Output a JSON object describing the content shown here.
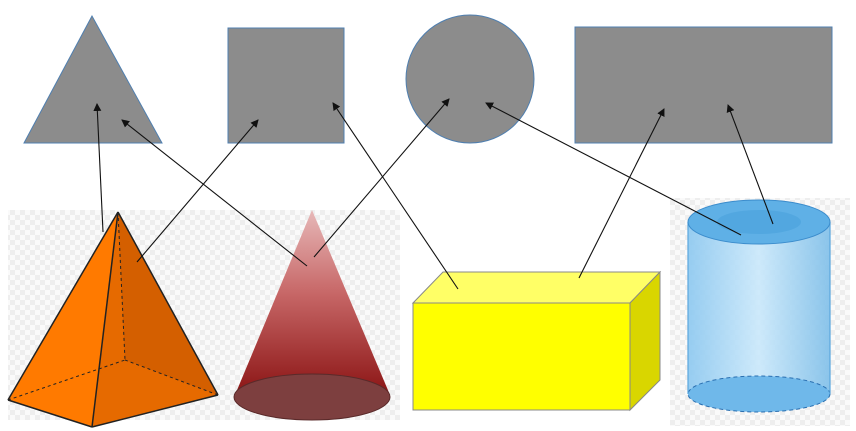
{
  "flat_shapes": [
    {
      "name": "triangle",
      "fill": "#8c8c8c"
    },
    {
      "name": "square",
      "fill": "#8c8c8c"
    },
    {
      "name": "circle",
      "fill": "#8c8c8c"
    },
    {
      "name": "rectangle",
      "fill": "#8c8c8c"
    }
  ],
  "solids": [
    {
      "name": "pyramid",
      "color": "#ff7f00",
      "maps_to": [
        "triangle",
        "square"
      ]
    },
    {
      "name": "cone",
      "color": "#a52a2a",
      "maps_to": [
        "triangle",
        "circle"
      ]
    },
    {
      "name": "rectangular-prism",
      "color": "#ffff00",
      "maps_to": [
        "square",
        "rectangle"
      ]
    },
    {
      "name": "cylinder",
      "color": "#6fb8ea",
      "maps_to": [
        "circle",
        "rectangle"
      ]
    }
  ],
  "colors": {
    "shape_outline": "#4f7fb0",
    "arrow": "#111111"
  }
}
